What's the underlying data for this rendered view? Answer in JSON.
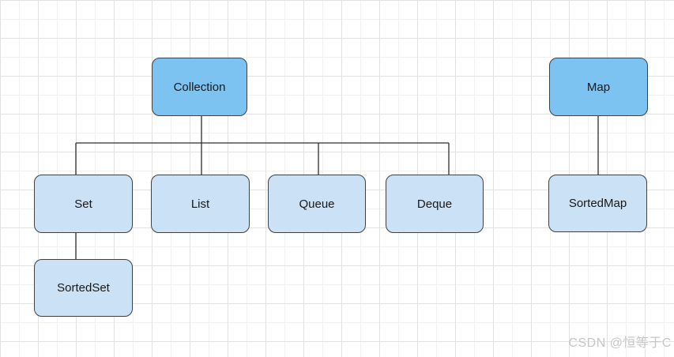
{
  "canvas": {
    "background": "#ffffff",
    "grid_minor_color": "#f1f1f1",
    "grid_major_color": "#e2e2e2"
  },
  "diagram": {
    "nodes": {
      "collection": {
        "label": "Collection",
        "fill": "#7cc3f1"
      },
      "map": {
        "label": "Map",
        "fill": "#7cc3f1"
      },
      "set": {
        "label": "Set",
        "fill": "#cbe1f6"
      },
      "list": {
        "label": "List",
        "fill": "#cbe1f6"
      },
      "queue": {
        "label": "Queue",
        "fill": "#cbe1f6"
      },
      "deque": {
        "label": "Deque",
        "fill": "#cbe1f6"
      },
      "sortedmap": {
        "label": "SortedMap",
        "fill": "#cbe1f6"
      },
      "sortedset": {
        "label": "SortedSet",
        "fill": "#cbe1f6"
      }
    },
    "edges": [
      {
        "from": "Collection",
        "to": "Set"
      },
      {
        "from": "Collection",
        "to": "List"
      },
      {
        "from": "Collection",
        "to": "Queue"
      },
      {
        "from": "Collection",
        "to": "Deque"
      },
      {
        "from": "Set",
        "to": "SortedSet"
      },
      {
        "from": "Map",
        "to": "SortedMap"
      }
    ],
    "edge_color": "#2e2e2e",
    "node_border_color": "#404040"
  },
  "watermark": {
    "text": "CSDN @恒等于C",
    "color": "#c6c6c6"
  }
}
